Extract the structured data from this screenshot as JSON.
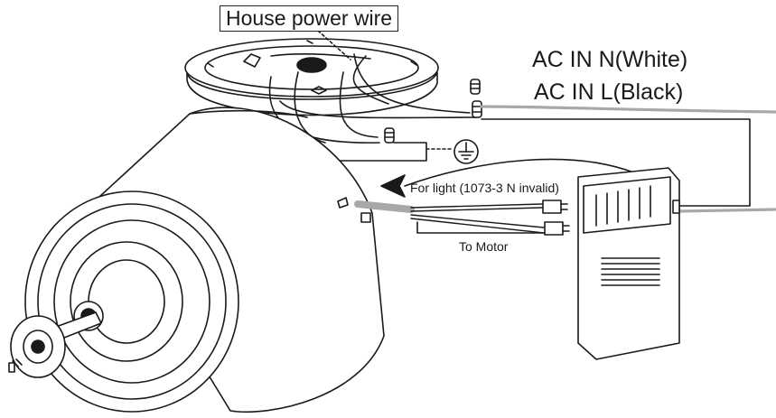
{
  "labels": {
    "house_power_wire": "House power wire",
    "ac_in_n": "AC IN N(White)",
    "ac_in_l": "AC IN L(Black)",
    "for_light": "For light (1073-3 N invalid)",
    "to_motor": "To Motor"
  },
  "colors": {
    "line": "#1a1a1a",
    "white_wire": "#a8a8a8",
    "background": "#ffffff"
  }
}
